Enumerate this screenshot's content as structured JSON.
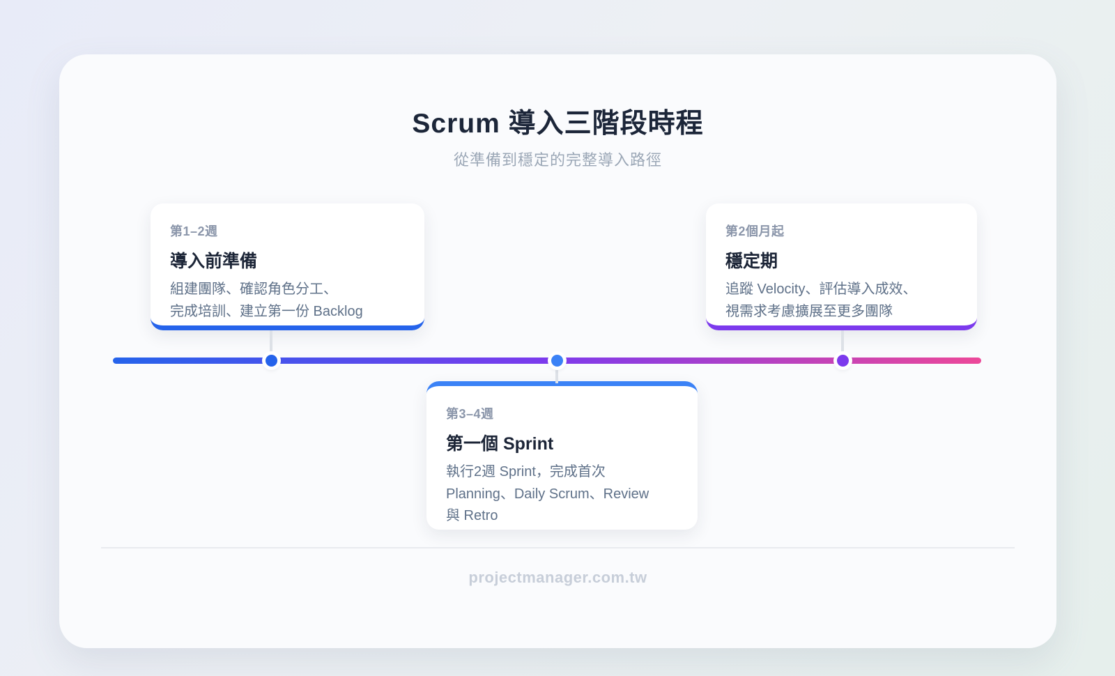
{
  "page": {
    "title": "Scrum 導入三階段時程",
    "subtitle": "從準備到穩定的完整導入路徑",
    "footer": "projectmanager.com.tw"
  },
  "colors": {
    "gradient_start_blue": "#2563eb",
    "gradient_mid_purple": "#7c3aed",
    "gradient_end_pink": "#ec4899",
    "connector_gray": "#dde1e7",
    "title_dark": "#1c2639",
    "subtitle_gray": "#9ba7b6",
    "body_gray": "#5e7088",
    "footer_gray": "#c7ced9"
  },
  "timeline": {
    "phases": [
      {
        "period": "第1–2週",
        "title": "導入前準備",
        "description": "組建團隊、確認角色分工、\n完成培訓、建立第一份 Backlog",
        "accent": "#2563eb",
        "position": "above"
      },
      {
        "period": "第3–4週",
        "title": "第一個 Sprint",
        "description": "執行2週 Sprint，完成首次\nPlanning、Daily Scrum、Review\n與 Retro",
        "accent": "#3b82f6",
        "position": "below"
      },
      {
        "period": "第2個月起",
        "title": "穩定期",
        "description": "追蹤 Velocity、評估導入成效、\n視需求考慮擴展至更多團隊",
        "accent": "#7c3aed",
        "position": "above"
      }
    ]
  }
}
